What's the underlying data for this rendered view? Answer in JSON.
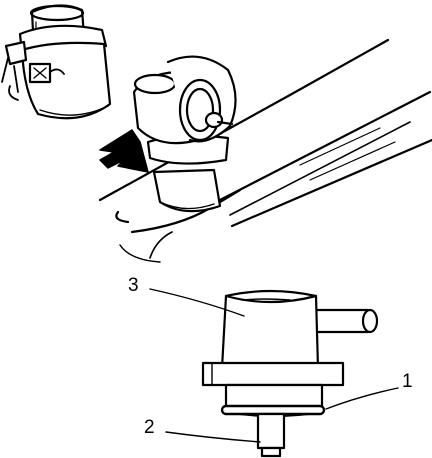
{
  "colors": {
    "ink": "#000000",
    "paper": "#ffffff"
  },
  "callouts": {
    "part_1": "1",
    "part_2": "2",
    "part_3": "3"
  }
}
